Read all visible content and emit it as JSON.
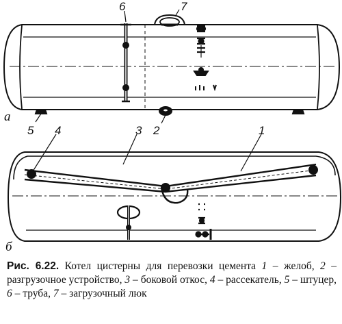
{
  "figure": {
    "panels": {
      "a": "а",
      "b": "б"
    },
    "callouts_top": {
      "c7": "7",
      "c6": "6",
      "c5": "5",
      "c2": "2"
    },
    "callouts_bottom": {
      "c4": "4",
      "c3": "3",
      "c1": "1"
    }
  },
  "caption": {
    "label": "Рис. 6.22.",
    "intro": "Котел цистерны для перевозки цемента",
    "items": [
      {
        "num": "1",
        "sep": " – ",
        "text": "желоб, "
      },
      {
        "num": "2",
        "sep": " – ",
        "text": "разгрузочное устройство, "
      },
      {
        "num": "3",
        "sep": " – ",
        "text": "боковой откос, "
      },
      {
        "num": "4",
        "sep": " – ",
        "text": "рассекатель, "
      },
      {
        "num": "5",
        "sep": " – ",
        "text": "штуцер, "
      },
      {
        "num": "6",
        "sep": " – ",
        "text": "труба, "
      },
      {
        "num": "7",
        "sep": " – ",
        "text": "загрузочный люк"
      }
    ]
  }
}
